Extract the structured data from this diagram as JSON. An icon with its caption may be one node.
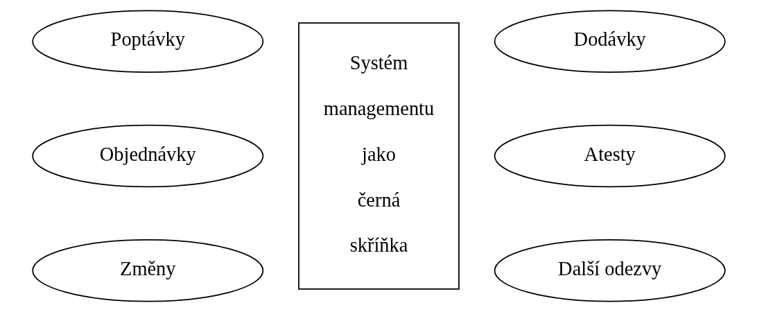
{
  "diagram": {
    "nodes": [
      {
        "text": [
          "Poptávky"
        ]
      },
      {
        "text": [
          "Objednávky"
        ]
      },
      {
        "text": [
          "Změny"
        ]
      },
      {
        "text": [
          "Systém managementu jako černá skříňka"
        ]
      },
      {
        "text": [
          "Dodávky"
        ]
      },
      {
        "text": [
          "Atesty"
        ]
      },
      {
        "text": [
          "Další odezvy"
        ]
      }
    ],
    "edges": []
  }
}
